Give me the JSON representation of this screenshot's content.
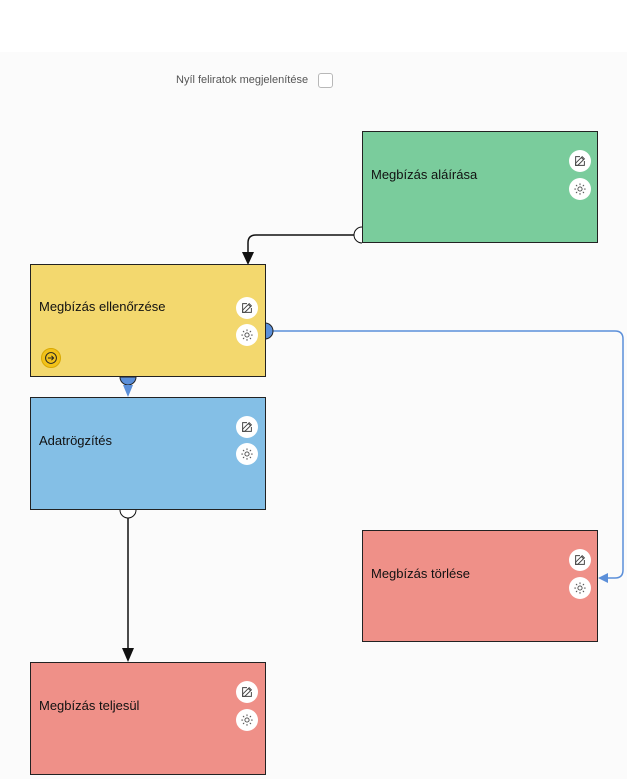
{
  "toolbar": {
    "show_arrow_labels_label": "Nyíl feliratok megjelenítése",
    "show_arrow_labels_checked": false
  },
  "nodes": [
    {
      "id": "alairas",
      "label": "Megbízás aláírása",
      "color": "#7acc9c"
    },
    {
      "id": "ellenorzes",
      "label": "Megbízás ellenőrzése",
      "color": "#f3d86e",
      "is_start": true
    },
    {
      "id": "adatrogzites",
      "label": "Adatrögzítés",
      "color": "#84bfe6"
    },
    {
      "id": "torlese",
      "label": "Megbízás törlése",
      "color": "#ef9088"
    },
    {
      "id": "teljesul",
      "label": "Megbízás teljesül",
      "color": "#ef9088"
    }
  ],
  "edges": [
    {
      "from": "alairas",
      "to": "ellenorzes",
      "color": "#111111"
    },
    {
      "from": "ellenorzes",
      "to": "adatrogzites",
      "color": "#5b8fd9"
    },
    {
      "from": "ellenorzes",
      "to": "torlese",
      "color": "#5b8fd9"
    },
    {
      "from": "adatrogzites",
      "to": "teljesul",
      "color": "#111111"
    }
  ],
  "icons": {
    "edit": "edit-icon",
    "settings": "gear-icon",
    "start": "start-arrow-icon"
  }
}
